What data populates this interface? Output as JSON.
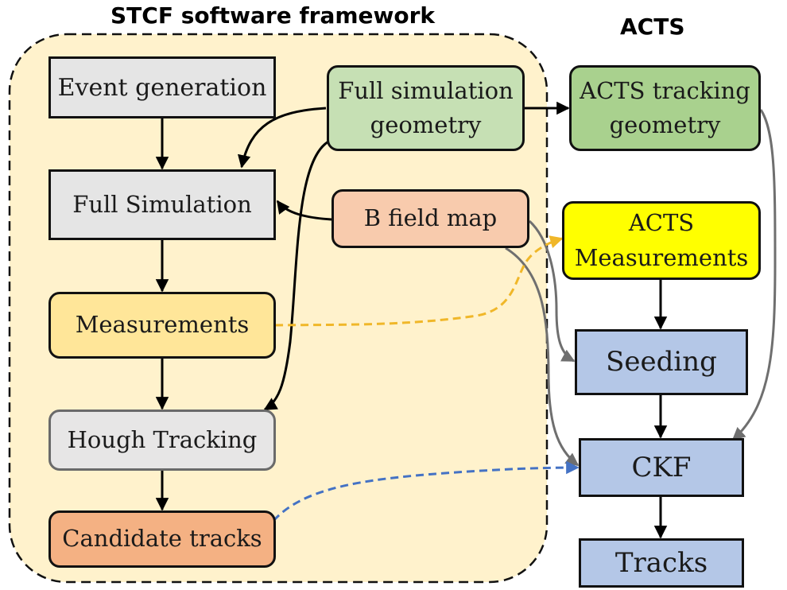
{
  "titles": {
    "framework": "STCF  software framework",
    "acts": "ACTS"
  },
  "nodes": {
    "event_generation": "Event generation",
    "full_sim_geometry_line1": "Full simulation",
    "full_sim_geometry_line2": "geometry",
    "acts_tracking_geometry_line1": "ACTS tracking",
    "acts_tracking_geometry_line2": "geometry",
    "full_simulation": "Full Simulation",
    "b_field_map": "B field map",
    "acts_measurements_line1": "ACTS",
    "acts_measurements_line2": "Measurements",
    "measurements": "Measurements",
    "seeding": "Seeding",
    "hough_tracking": "Hough Tracking",
    "ckf": "CKF",
    "candidate_tracks": "Candidate tracks",
    "tracks": "Tracks"
  },
  "colors": {
    "framework_fill": "#fff2cc",
    "black_arrow": "#000000",
    "gray_arrow": "#6f6f6f",
    "yellow_dashed": "#f0b729",
    "blue_dashed": "#4472c4"
  }
}
